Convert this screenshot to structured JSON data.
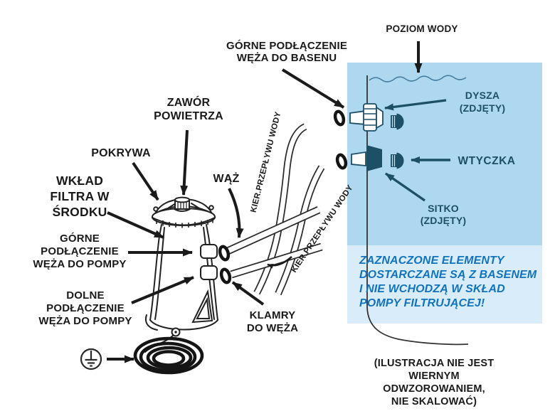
{
  "diagram_title": "pool-filter-pump-installation-diagram",
  "labels": {
    "gorne_basen": "GÓRNE PODŁĄCZENIE\nWĘŻA DO BASENU",
    "poziom_wody": "POZIOM WODY",
    "zawor_powietrza": "ZAWÓR\nPOWIETRZA",
    "pokrywa": "POKRYWA",
    "wklad_filtra": "WKŁAD\nFILTRA W\nŚRODKU",
    "waz": "WĄŻ",
    "gorne_pompa": "GÓRNE\nPODŁĄCZENIE\nWĘŻA DO POMPY",
    "dolne_pompa": "DOLNE\nPODŁĄCZENIE\nWĘŻA DO POMPY",
    "klamry": "KLAMRY\nDO WĘŻA",
    "dysza": "DYSZA\n(ZDJĘTY)",
    "wtyczka": "WTYCZKA",
    "sitko": "SITKO\n(ZDJĘTY)",
    "kier_przeplywu": "KIER.PRZEPŁYWU WODY"
  },
  "note_text": "ZAZNACZONE ELEMENTY\nDOSTARCZANE SĄ Z BASENEM\nI NIE WCHODZĄ W SKŁAD\nPOMPY FILTRUJĄCEJ!",
  "caption": "(ILUSTRACJA NIE JEST WIERNYM\nODWZOROWANIEM, NIE SKALOWAĆ)",
  "icons": {
    "ground": "earth-ground-symbol",
    "clamp": "hose-clamp-ring",
    "plug": "stopper-plug"
  },
  "colors": {
    "pool_water": "#aed8f0",
    "note_bg": "#d9ecfa",
    "navy": "#1d4f66",
    "note_text": "#1173bd",
    "ink": "#1a1a1a"
  }
}
